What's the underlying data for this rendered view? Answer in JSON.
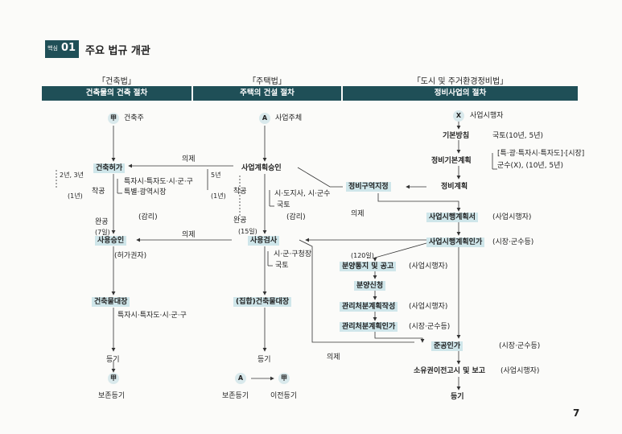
{
  "section": {
    "badge_label": "핵심",
    "badge_num": "01",
    "title": "주요 법규 개관"
  },
  "columns": {
    "building": {
      "law": "「건축법」",
      "header": "건축물의 건축 절차"
    },
    "housing": {
      "law": "「주택법」",
      "header": "주택의 건설 절차"
    },
    "urban": {
      "law": "「도시 및 주거환경정비법」",
      "header": "정비사업의 절차"
    }
  },
  "building": {
    "actor_sym": "甲",
    "actor": "건축주",
    "permit": "건축허가",
    "period": "2년, 3년",
    "year": "(1년)",
    "start": "착공",
    "authority": [
      "특자시·특자도·시·군·구",
      "특별·광역시장"
    ],
    "supervise": "(감리)",
    "complete": "완공",
    "days": "(7일)",
    "approval": "사용승인",
    "issuer": "(허가권자)",
    "ledger": "건축물대장",
    "ledger_auth": "특자시·특자도·시·군·구",
    "register": "등기",
    "reg_sym": "甲",
    "reg_type": "보존등기"
  },
  "housing": {
    "actor_sym": "A",
    "actor": "사업주체",
    "approval": "사업계획승인",
    "period": "5년",
    "year": "(1년)",
    "start": "착공",
    "authority": [
      "시·도지사, 시·군수",
      "국토"
    ],
    "supervise": "(감리)",
    "complete": "완공",
    "days": "(15일)",
    "inspection": "사용검사",
    "insp_auth": [
      "시·군·구청장",
      "국토"
    ],
    "ledger": "(집합)건축물대장",
    "register": "등기",
    "sym_a": "A",
    "sym_b": "甲",
    "reg_a": "보존등기",
    "reg_b": "이전등기"
  },
  "urban": {
    "actor_sym": "X",
    "actor": "사업시행자",
    "basic_policy": "기본방침",
    "basic_policy_auth": "국토(10년, 5년)",
    "basic_plan": "정비기본계획",
    "basic_plan_auth": [
      "[특·광·특자시·특자도]·[시장]",
      "군수(X), (10년, 5년)"
    ],
    "plan": "정비계획",
    "zone": "정비구역지정",
    "impl_plan": "사업시행계획서",
    "impl_plan_auth": "(사업시행자)",
    "impl_approval": "사업시행계획인가",
    "impl_approval_auth": "(시장·군수등)",
    "days120": "(120일)",
    "notice": "분양통지 및 공고",
    "notice_auth": "(사업시행자)",
    "apply": "분양신청",
    "mgmt": "관리처분계획작성",
    "mgmt_auth": "(사업시행자)",
    "mgmt_approval": "관리처분계획인가",
    "mgmt_approval_auth": "(시장·군수등)",
    "complete": "준공인가",
    "complete_auth": "(시장·군수등)",
    "transfer": "소유권이전고시 및 보고",
    "transfer_auth": "(사업시행자)",
    "register": "등기"
  },
  "links": {
    "deem1": "의제",
    "deem2": "의제",
    "deem3": "의제",
    "deem4": "의제"
  },
  "page_number": "7"
}
